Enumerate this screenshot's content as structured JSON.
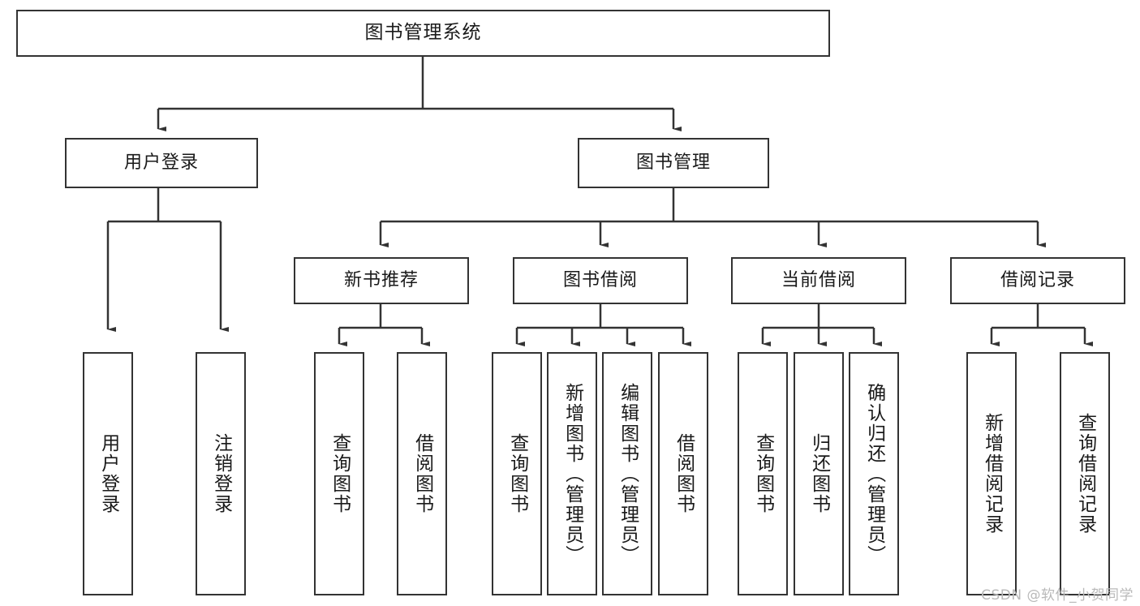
{
  "diagram": {
    "title": "图书管理系统",
    "type": "hierarchy-tree",
    "style": {
      "line_color": "#333333",
      "box_fill": "#ffffff",
      "text_color": "#1a1a1a"
    },
    "root": {
      "label": "图书管理系统"
    },
    "level2": [
      {
        "label": "用户登录"
      },
      {
        "label": "图书管理"
      }
    ],
    "level3": [
      {
        "label": "新书推荐"
      },
      {
        "label": "图书借阅"
      },
      {
        "label": "当前借阅"
      },
      {
        "label": "借阅记录"
      }
    ],
    "leaves": {
      "user_login": [
        {
          "label": "用户登录"
        },
        {
          "label": "注销登录"
        }
      ],
      "new_book_recommend": [
        {
          "label": "查询图书"
        },
        {
          "label": "借阅图书"
        }
      ],
      "book_borrow": [
        {
          "label": "查询图书"
        },
        {
          "label": "新增图书（管理员）"
        },
        {
          "label": "编辑图书（管理员）"
        },
        {
          "label": "借阅图书"
        }
      ],
      "current_borrow": [
        {
          "label": "查询图书"
        },
        {
          "label": "归还图书"
        },
        {
          "label": "确认归还（管理员）"
        }
      ],
      "borrow_records": [
        {
          "label": "新增借阅记录"
        },
        {
          "label": "查询借阅记录"
        }
      ]
    }
  },
  "watermark": {
    "text": "CSDN @软件_小贺同学"
  }
}
